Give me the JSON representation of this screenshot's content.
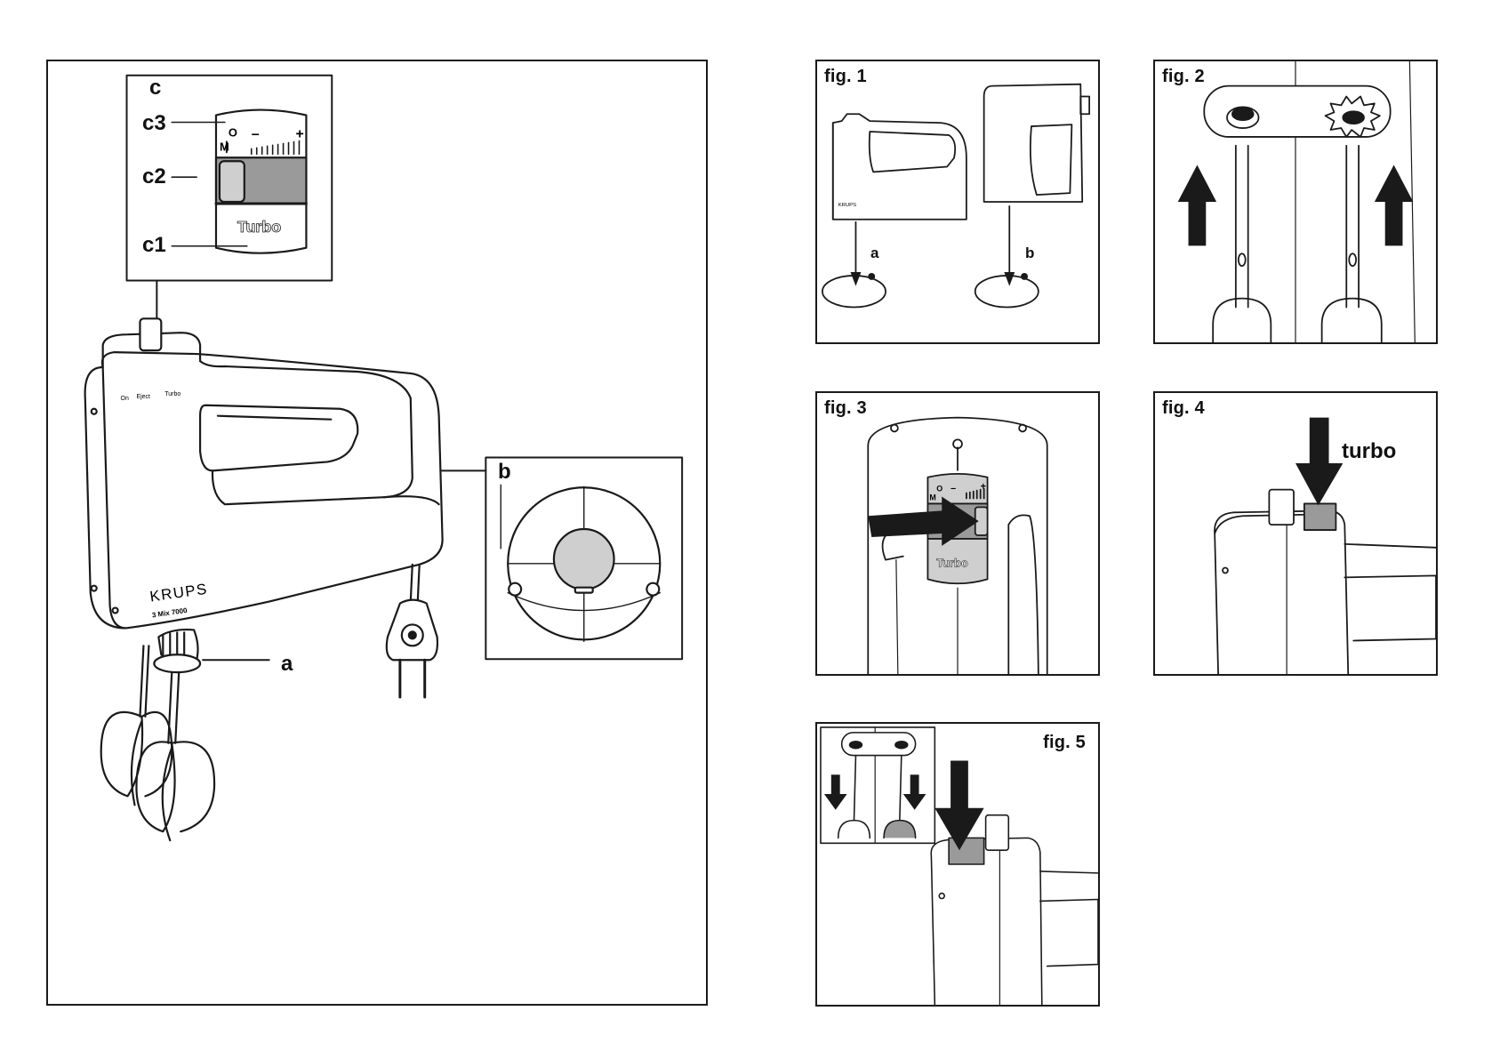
{
  "main_figure": {
    "labels": {
      "c": "c",
      "c3": "c3",
      "c2": "c2",
      "c1": "c1",
      "b": "b",
      "a": "a"
    },
    "dial": {
      "m": "M",
      "o": "O",
      "minus": "–",
      "plus": "+",
      "turbo": "Turbo"
    },
    "handle_marks": {
      "on": "On",
      "eject": "Eject",
      "turbo": "Turbo"
    },
    "brand": "KRUPS",
    "model": "3 Mix 7000"
  },
  "fig1": {
    "title": "fig. 1",
    "label_a": "a",
    "label_b": "b",
    "brand_small": "KRUPS"
  },
  "fig2": {
    "title": "fig. 2"
  },
  "fig3": {
    "title": "fig. 3",
    "dial": {
      "m": "M",
      "o": "O",
      "minus": "–",
      "plus": "+",
      "turbo": "Turbo"
    }
  },
  "fig4": {
    "title": "fig. 4",
    "turbo": "turbo"
  },
  "fig5": {
    "title": "fig. 5"
  },
  "colors": {
    "line": "#1a1a1a",
    "gray_fill": "#9a9a9a",
    "light_gray": "#cfcfcf",
    "arrow": "#1a1a1a"
  }
}
